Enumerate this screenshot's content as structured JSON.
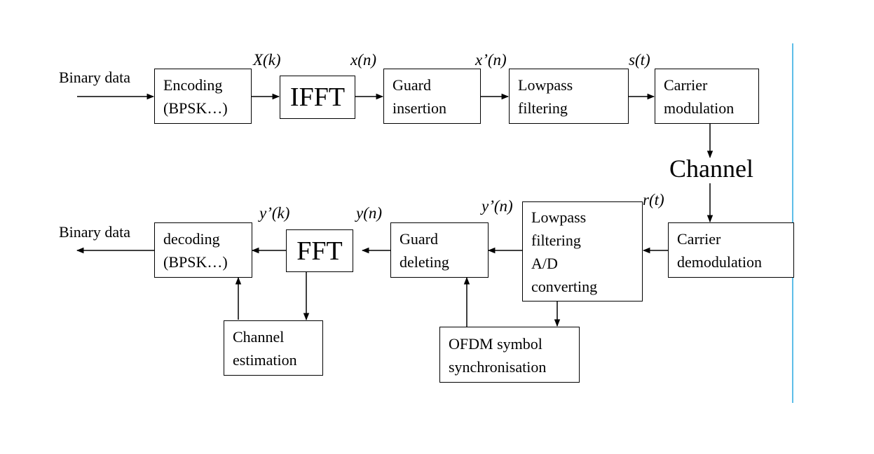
{
  "colors": {
    "ink": "#000000",
    "edge_line": "#29a8e0"
  },
  "inputs": {
    "tx_source": "Binary data",
    "rx_sink": "Binary data"
  },
  "channel": "Channel",
  "blocks": {
    "encoding": [
      "Encoding",
      "(BPSK…)"
    ],
    "ifft": "IFFT",
    "guard_insertion": [
      "Guard",
      "insertion"
    ],
    "tx_lowpass": [
      "Lowpass",
      "filtering"
    ],
    "carrier_modulation": [
      "Carrier",
      "modulation"
    ],
    "carrier_demodulation": [
      "Carrier",
      "demodulation"
    ],
    "rx_lowpass_ad": [
      "Lowpass",
      "filtering",
      "A/D",
      "converting"
    ],
    "guard_deleting": [
      "Guard",
      "deleting"
    ],
    "fft": "FFT",
    "decoding": [
      "decoding",
      "(BPSK…)"
    ],
    "channel_estimation": [
      "Channel",
      "estimation"
    ],
    "ofdm_sync": [
      "OFDM symbol",
      "synchronisation"
    ]
  },
  "signals": {
    "X_k": "X(k)",
    "x_n": "x(n)",
    "x_prime_n": "x’(n)",
    "s_t": "s(t)",
    "r_t": "r(t)",
    "y_prime_n": "y’(n)",
    "y_n": "y(n)",
    "y_prime_k": "y’(k)"
  }
}
